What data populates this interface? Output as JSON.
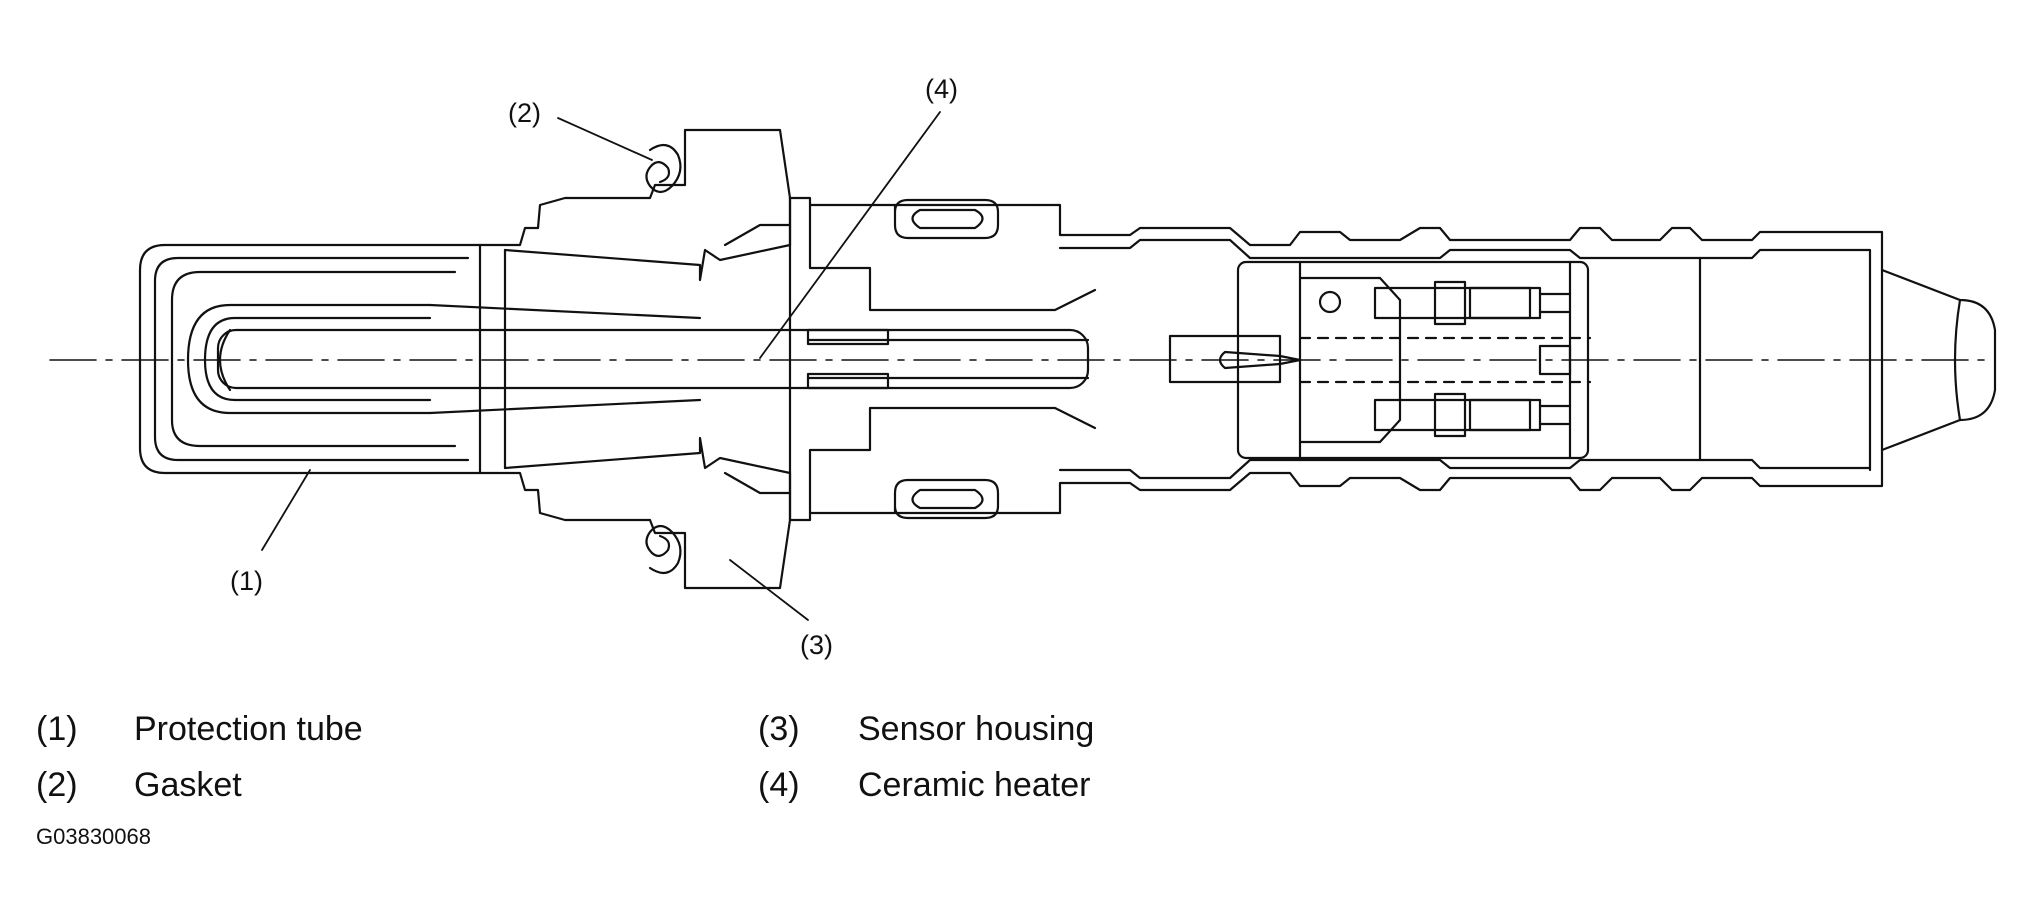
{
  "callouts": {
    "c1": "(1)",
    "c2": "(2)",
    "c3": "(3)",
    "c4": "(4)"
  },
  "legend": [
    {
      "num": "(1)",
      "label": "Protection tube"
    },
    {
      "num": "(2)",
      "label": "Gasket"
    },
    {
      "num": "(3)",
      "label": "Sensor housing"
    },
    {
      "num": "(4)",
      "label": "Ceramic heater"
    }
  ],
  "figure_id": "G03830068",
  "colors": {
    "line": "#111111",
    "background": "#ffffff"
  }
}
